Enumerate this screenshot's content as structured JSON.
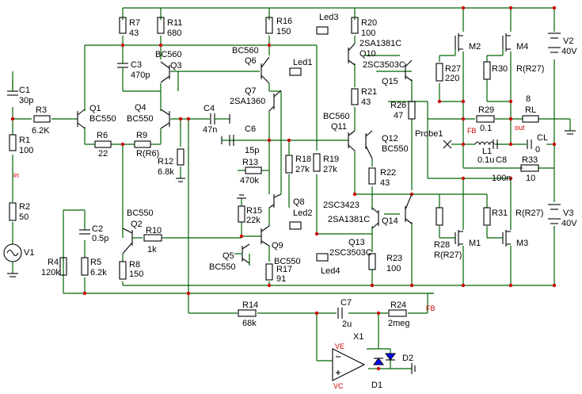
{
  "diagram": {
    "components": [
      {
        "id": "C1",
        "name": "c1-label",
        "value": "30p",
        "vname": "c1-value"
      },
      {
        "id": "R3",
        "name": "r3-label",
        "value": "6.2K",
        "vname": "r3-value"
      },
      {
        "id": "R1",
        "name": "r1-label",
        "value": "100",
        "vname": "r1-value"
      },
      {
        "id": "R2",
        "name": "r2-label",
        "value": "50",
        "vname": "r2-value"
      },
      {
        "id": "V1",
        "name": "v1-label",
        "value": "",
        "vname": "v1-value"
      },
      {
        "id": "R7",
        "name": "r7-label",
        "value": "43",
        "vname": "r7-value"
      },
      {
        "id": "R11",
        "name": "r11-label",
        "value": "680",
        "vname": "r11-value"
      },
      {
        "id": "C3",
        "name": "c3-label",
        "value": "470p",
        "vname": "c3-value"
      },
      {
        "id": "Q3",
        "name": "q3-label",
        "value": "BC560",
        "vname": "q3-value"
      },
      {
        "id": "Q1",
        "name": "q1-label",
        "value": "BC550",
        "vname": "q1-value"
      },
      {
        "id": "Q4",
        "name": "q4-label",
        "value": "BC550",
        "vname": "q4-value"
      },
      {
        "id": "R6",
        "name": "r6-label",
        "value": "22",
        "vname": "r6-value"
      },
      {
        "id": "R9",
        "name": "r9-label",
        "value": "R(R6)",
        "vname": "r9-value"
      },
      {
        "id": "C4",
        "name": "c4-label",
        "value": "47n",
        "vname": "c4-value"
      },
      {
        "id": "R12",
        "name": "r12-label",
        "value": "6.8k",
        "vname": "r12-value"
      },
      {
        "id": "R16",
        "name": "r16-label",
        "value": "150",
        "vname": "r16-value"
      },
      {
        "id": "Q6",
        "name": "q6-label",
        "value": "BC560",
        "vname": "q6-value"
      },
      {
        "id": "Q7",
        "name": "q7-label",
        "value": "2SA1360",
        "vname": "q7-value"
      },
      {
        "id": "C6",
        "name": "c6-label",
        "value": "15p",
        "vname": "c6-value"
      },
      {
        "id": "R13",
        "name": "r13-label",
        "value": "470k",
        "vname": "r13-value"
      },
      {
        "id": "R18",
        "name": "r18-label",
        "value": "27k",
        "vname": "r18-value"
      },
      {
        "id": "R15",
        "name": "r15-label",
        "value": "22k",
        "vname": "r15-value"
      },
      {
        "id": "Q8",
        "name": "q8-label",
        "value": "",
        "vname": "q8-value"
      },
      {
        "id": "Q2",
        "name": "q2-label",
        "value": "BC550",
        "vname": "q2-value"
      },
      {
        "id": "C2",
        "name": "c2-label",
        "value": "0.5p",
        "vname": "c2-value"
      },
      {
        "id": "R10",
        "name": "r10-label",
        "value": "1k",
        "vname": "r10-value"
      },
      {
        "id": "R4",
        "name": "r4-label",
        "value": "120k",
        "vname": "r4-value"
      },
      {
        "id": "R5",
        "name": "r5-label",
        "value": "6.2k",
        "vname": "r5-value"
      },
      {
        "id": "R8",
        "name": "r8-label",
        "value": "150",
        "vname": "r8-value"
      },
      {
        "id": "Q5",
        "name": "q5-label",
        "value": "BC550",
        "vname": "q5-value"
      },
      {
        "id": "Q9",
        "name": "q9-label",
        "value": "BC550",
        "vname": "q9-value"
      },
      {
        "id": "R17",
        "name": "r17-label",
        "value": "91",
        "vname": "r17-value"
      },
      {
        "id": "R20",
        "name": "r20-label",
        "value": "100",
        "vname": "r20-value"
      },
      {
        "id": "Q10",
        "name": "q10-label",
        "value": "2SA1381C",
        "vname": "q10-value"
      },
      {
        "id": "Q15",
        "name": "q15-label",
        "value": "2SC3503C",
        "vname": "q15-value"
      },
      {
        "id": "R21",
        "name": "r21-label",
        "value": "43",
        "vname": "r21-value"
      },
      {
        "id": "R19",
        "name": "r19-label",
        "value": "27k",
        "vname": "r19-value"
      },
      {
        "id": "Q11",
        "name": "q11-label",
        "value": "BC560",
        "vname": "q11-value"
      },
      {
        "id": "Q12",
        "name": "q12-label",
        "value": "BC550",
        "vname": "q12-value"
      },
      {
        "id": "R26",
        "name": "r26-label",
        "value": "47",
        "vname": "r26-value"
      },
      {
        "id": "R22",
        "name": "r22-label",
        "value": "43",
        "vname": "r22-value"
      },
      {
        "id": "Q14",
        "name": "q14-label",
        "value": "2SA1381C",
        "vname": "q14-value"
      },
      {
        "id": "Q13",
        "name": "q13-label",
        "value": "2SC3503C",
        "vname": "q13-value"
      },
      {
        "id": "R23",
        "name": "r23-label",
        "value": "100",
        "vname": "r23-value"
      },
      {
        "id": "M2",
        "name": "m2-label",
        "value": "",
        "vname": "m2-value"
      },
      {
        "id": "M4",
        "name": "m4-label",
        "value": "",
        "vname": "m4-value"
      },
      {
        "id": "R27",
        "name": "r27-label",
        "value": "220",
        "vname": "r27-value"
      },
      {
        "id": "R30",
        "name": "r30-label",
        "value": "R(R27)",
        "vname": "r30-value"
      },
      {
        "id": "R29",
        "name": "r29-label",
        "value": "0.1",
        "vname": "r29-value"
      },
      {
        "id": "L1",
        "name": "l1-label",
        "value": "0.1u",
        "vname": "l1-value"
      },
      {
        "id": "C8",
        "name": "c8-label",
        "value": "100n",
        "vname": "c8-value"
      },
      {
        "id": "R33",
        "name": "r33-label",
        "value": "10",
        "vname": "r33-value"
      },
      {
        "id": "RL",
        "name": "rl-label",
        "value": "8",
        "vname": "rl-value"
      },
      {
        "id": "CL",
        "name": "cl-label",
        "value": "0",
        "vname": "cl-value"
      },
      {
        "id": "M1",
        "name": "m1-label",
        "value": "",
        "vname": "m1-value"
      },
      {
        "id": "M3",
        "name": "m3-label",
        "value": "",
        "vname": "m3-value"
      },
      {
        "id": "R28",
        "name": "r28-label",
        "value": "R(R27)",
        "vname": "r28-value"
      },
      {
        "id": "R31",
        "name": "r31-label",
        "value": "R(R27)",
        "vname": "r31-value"
      },
      {
        "id": "V2",
        "name": "v2-label",
        "value": "40V",
        "vname": "v2-value"
      },
      {
        "id": "V3",
        "name": "v3-label",
        "value": "40V",
        "vname": "v3-value"
      },
      {
        "id": "R14",
        "name": "r14-label",
        "value": "68k",
        "vname": "r14-value"
      },
      {
        "id": "C7",
        "name": "c7-label",
        "value": "2u",
        "vname": "c7-value"
      },
      {
        "id": "R24",
        "name": "r24-label",
        "value": "2meg",
        "vname": "r24-value"
      },
      {
        "id": "X1",
        "name": "x1-label",
        "value": "",
        "vname": "x1-value"
      },
      {
        "id": "D1",
        "name": "d1-label",
        "value": "",
        "vname": "d1-value"
      },
      {
        "id": "D2",
        "name": "d2-label",
        "value": "",
        "vname": "d2-value"
      },
      {
        "id": "Led1",
        "name": "led1-label",
        "value": "",
        "vname": "led1-value"
      },
      {
        "id": "Led2",
        "name": "led2-label",
        "value": "",
        "vname": "led2-value"
      },
      {
        "id": "Led3",
        "name": "led3-label",
        "value": "",
        "vname": "led3-value"
      },
      {
        "id": "Led4",
        "name": "led4-label",
        "value": "",
        "vname": "led4-value"
      },
      {
        "id": "Probe1",
        "name": "probe1-label",
        "value": "",
        "vname": "probe1-value"
      }
    ],
    "nets": {
      "in": "in",
      "out": "out",
      "fb1": "FB",
      "fb2": "FB",
      "ve_pos": "VE",
      "vc": "VC"
    }
  }
}
